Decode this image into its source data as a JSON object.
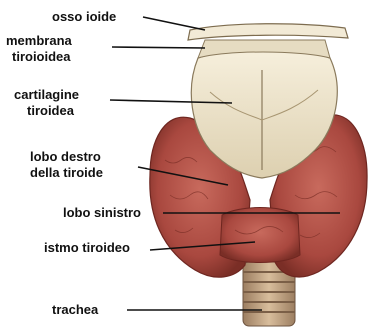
{
  "labels": {
    "osso_ioide": "osso ioide",
    "membrana_1": "membrana",
    "membrana_2": "tiroioidea",
    "cartilagine_1": "cartilagine",
    "cartilagine_2": "tiroidea",
    "lobo_destro_1": "lobo destro",
    "lobo_destro_2": "della tiroide",
    "lobo_sinistro": "lobo sinistro",
    "istmo": "istmo tiroideo",
    "trachea": "trachea"
  },
  "colors": {
    "thyroid": "#b8564c",
    "thyroid_dark": "#7a2e26",
    "cartilage": "#efe6cf",
    "trachea": "#c9a989",
    "leader_line": "#111111"
  }
}
